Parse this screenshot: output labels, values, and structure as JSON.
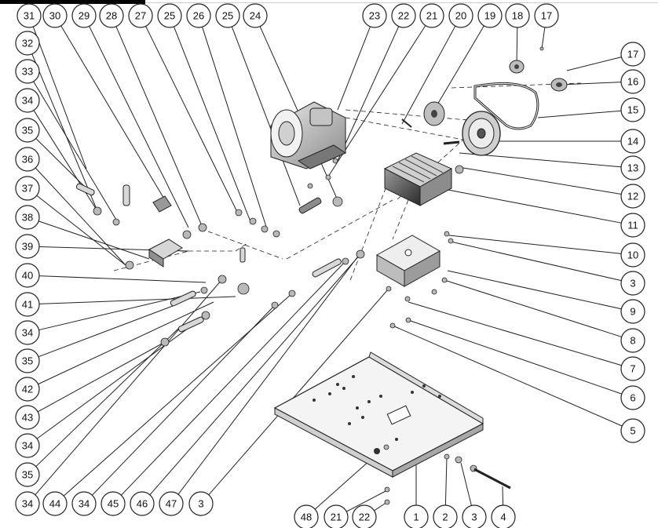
{
  "callouts": {
    "top": [
      "31",
      "30",
      "29",
      "28",
      "27",
      "25",
      "26",
      "25",
      "24",
      "23",
      "22",
      "21",
      "20",
      "19",
      "18",
      "17"
    ],
    "left": [
      "32",
      "33",
      "34",
      "35",
      "36",
      "37",
      "38",
      "39",
      "40",
      "41",
      "34",
      "35",
      "42",
      "43",
      "34",
      "35",
      "34"
    ],
    "right": [
      "17",
      "16",
      "15",
      "14",
      "13",
      "12",
      "11",
      "10",
      "3",
      "9",
      "8",
      "7",
      "6",
      "5"
    ],
    "bottom": [
      "44",
      "34",
      "45",
      "46",
      "47",
      "3",
      "48",
      "21",
      "22",
      "1",
      "2",
      "3",
      "4"
    ]
  }
}
